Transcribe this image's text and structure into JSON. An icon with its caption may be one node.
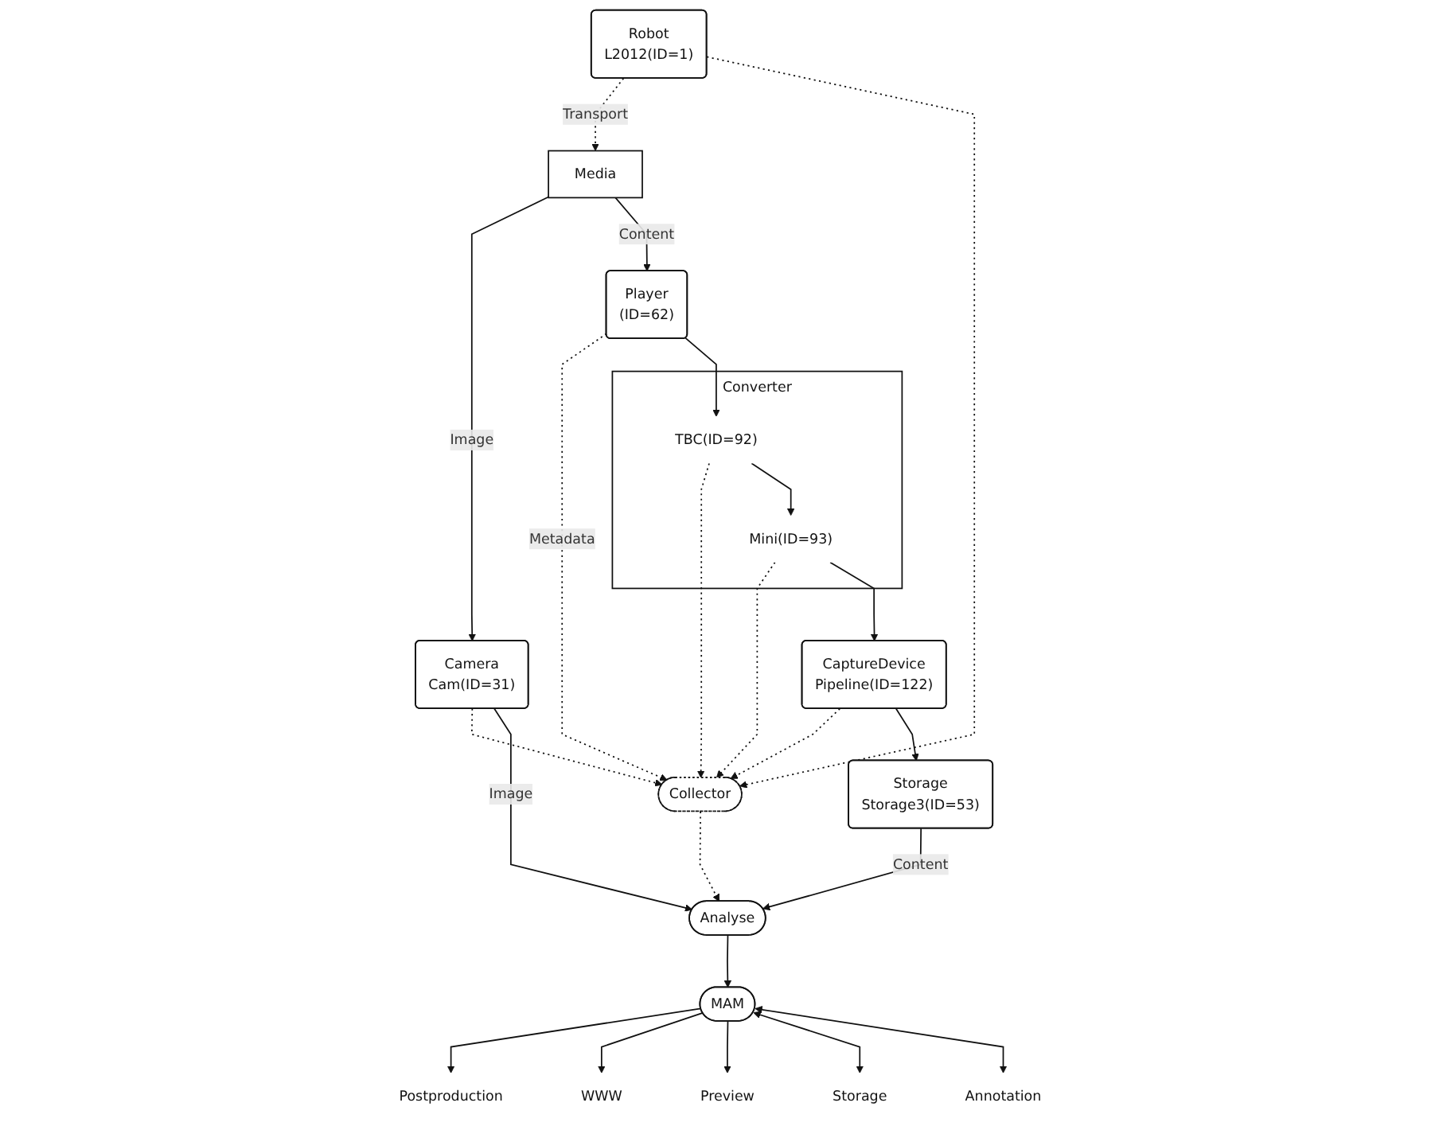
{
  "diagram": {
    "nodes": [
      {
        "text": [
          "Camera",
          "Cam(ID=31)"
        ]
      },
      {
        "text": [
          "Media"
        ]
      },
      {
        "text": [
          "Robot",
          "L2012(ID=1)"
        ]
      },
      {
        "text": [
          "Collector"
        ]
      },
      {
        "text": [
          "Player",
          "(ID=62)"
        ]
      },
      {
        "text": [
          "Converter"
        ]
      },
      {
        "text": [
          "TBC(ID=92)"
        ],
        "in": 5
      },
      {
        "text": [
          "Mini(ID=93)"
        ],
        "in": 5
      },
      {
        "text": [
          "CaptureDevice",
          "Pipeline(ID=122)"
        ]
      },
      {
        "text": [
          "Storage",
          "Storage3(ID=53)"
        ]
      },
      {
        "text": [
          "Analyse"
        ]
      },
      {
        "text": [
          "MAM"
        ]
      },
      {
        "text": [
          "Postproduction"
        ]
      },
      {
        "text": [
          "WWW"
        ]
      },
      {
        "text": [
          "Preview"
        ]
      },
      {
        "text": [
          "Storage"
        ]
      },
      {
        "text": [
          "Annotation"
        ]
      }
    ],
    "edges": [
      {
        "from": 0,
        "to": 3,
        "arrow": "to",
        "style": "dashed"
      },
      {
        "from": 0,
        "to": 10,
        "arrow": "to",
        "label": "Image"
      },
      {
        "from": 1,
        "to": 0,
        "arrow": "to",
        "label": "Image"
      },
      {
        "from": 2,
        "to": 1,
        "arrow": "to",
        "label": "Transport",
        "style": "dashed"
      },
      {
        "from": 2,
        "to": 3,
        "arrow": "to",
        "style": "dashed"
      },
      {
        "from": 1,
        "to": 4,
        "arrow": "to",
        "label": "Content"
      },
      {
        "from": 4,
        "to": 3,
        "arrow": "to",
        "style": "dashed",
        "label": "Metadata"
      },
      {
        "from": 4,
        "to": 6,
        "arrow": "to"
      },
      {
        "from": 6,
        "to": 3,
        "arrow": "to",
        "style": "dashed"
      },
      {
        "from": 6,
        "to": 7,
        "arrow": "to"
      },
      {
        "from": 7,
        "to": 3,
        "arrow": "to",
        "style": "dashed"
      },
      {
        "from": 7,
        "to": 8,
        "arrow": "to"
      },
      {
        "from": 8,
        "to": 3,
        "arrow": "to",
        "style": "dashed"
      },
      {
        "from": 8,
        "to": 9,
        "arrow": "to"
      },
      {
        "from": 9,
        "to": 10,
        "arrow": "to",
        "label": "Content"
      },
      {
        "from": 3,
        "to": 10,
        "arrow": "to",
        "style": "dashed"
      },
      {
        "from": 10,
        "to": 11,
        "arrow": "to"
      },
      {
        "from": 11,
        "to": 12,
        "arrow": "to"
      },
      {
        "from": 11,
        "to": 13,
        "arrow": "to"
      },
      {
        "from": 11,
        "to": 14,
        "arrow": "to"
      },
      {
        "from": 11,
        "to": 15,
        "arrow": "both"
      },
      {
        "from": 11,
        "to": 16,
        "arrow": "both"
      }
    ]
  }
}
